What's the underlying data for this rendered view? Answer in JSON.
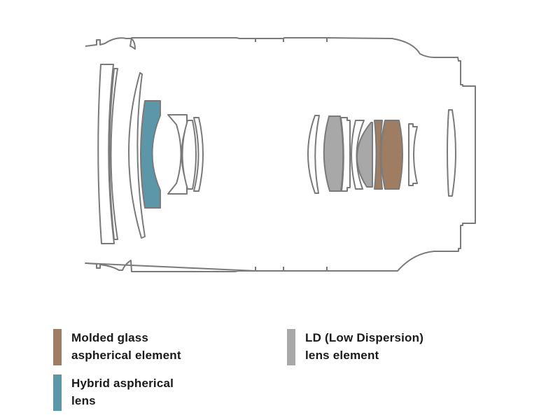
{
  "colors": {
    "molded": "#9e7d63",
    "hybrid": "#5b96a9",
    "ld": "#a8a8a8",
    "outline": "#7a7a7a"
  },
  "legend": [
    {
      "id": "molded",
      "line1": "Molded glass",
      "line2": "aspherical element"
    },
    {
      "id": "ld",
      "line1": "LD (Low Dispersion)",
      "line2": "lens element"
    },
    {
      "id": "hybrid",
      "line1": "Hybrid aspherical",
      "line2": "lens"
    }
  ]
}
